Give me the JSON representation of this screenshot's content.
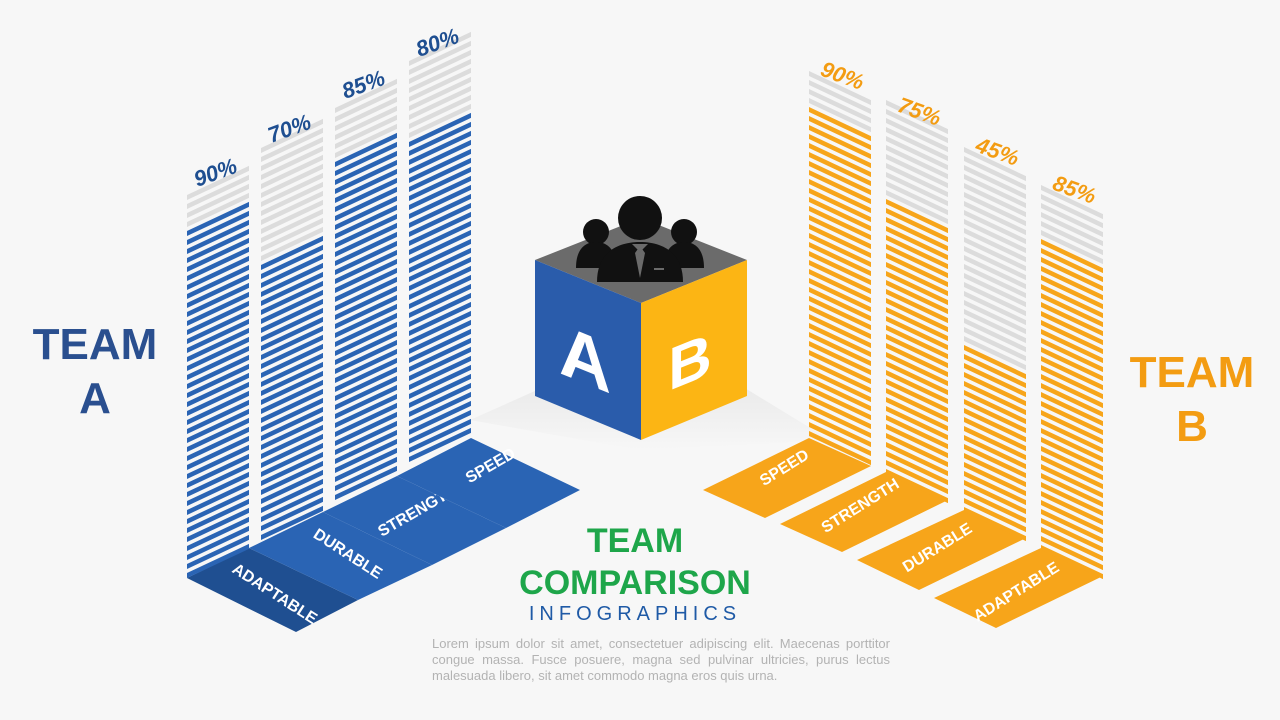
{
  "colors": {
    "team_a": "#2a64b4",
    "team_a_dark": "#1e4f94",
    "team_b": "#f7a51a",
    "team_b_dark": "#e08a0a",
    "title_green": "#1ea64a",
    "track": "#dcdcdc",
    "cube_top": "#6b6b6b",
    "cube_left": "#2a5cab",
    "cube_right": "#fcb514"
  },
  "team_a": {
    "line1": "TEAM",
    "line2": "A"
  },
  "team_b": {
    "line1": "TEAM",
    "line2": "B"
  },
  "cube": {
    "left_letter": "A",
    "right_letter": "B",
    "icon": "team-people-icon"
  },
  "title": {
    "line1": "TEAM",
    "line2": "COMPARISON",
    "subtitle": "INFOGRAPHICS"
  },
  "body_text": "Lorem ipsum dolor sit amet, consectetuer adipiscing elit. Maecenas porttitor congue massa. Fusce posuere, magna sed pulvinar ultricies, purus lectus malesuada libero, sit amet commodo magna eros quis urna.",
  "chart_data": [
    {
      "type": "bar",
      "series": [
        {
          "name": "TEAM A",
          "values": [
            90,
            70,
            85,
            80
          ]
        }
      ],
      "categories": [
        "ADAPTABLE",
        "DURABLE",
        "STRENGTH",
        "SPEED"
      ],
      "value_labels": [
        "90%",
        "70%",
        "85%",
        "80%"
      ],
      "ylim": [
        0,
        100
      ]
    },
    {
      "type": "bar",
      "series": [
        {
          "name": "TEAM B",
          "values": [
            90,
            75,
            45,
            85
          ]
        }
      ],
      "categories": [
        "SPEED",
        "STRENGTH",
        "DURABLE",
        "ADAPTABLE"
      ],
      "value_labels": [
        "90%",
        "75%",
        "45%",
        "85%"
      ],
      "ylim": [
        0,
        100
      ]
    }
  ]
}
